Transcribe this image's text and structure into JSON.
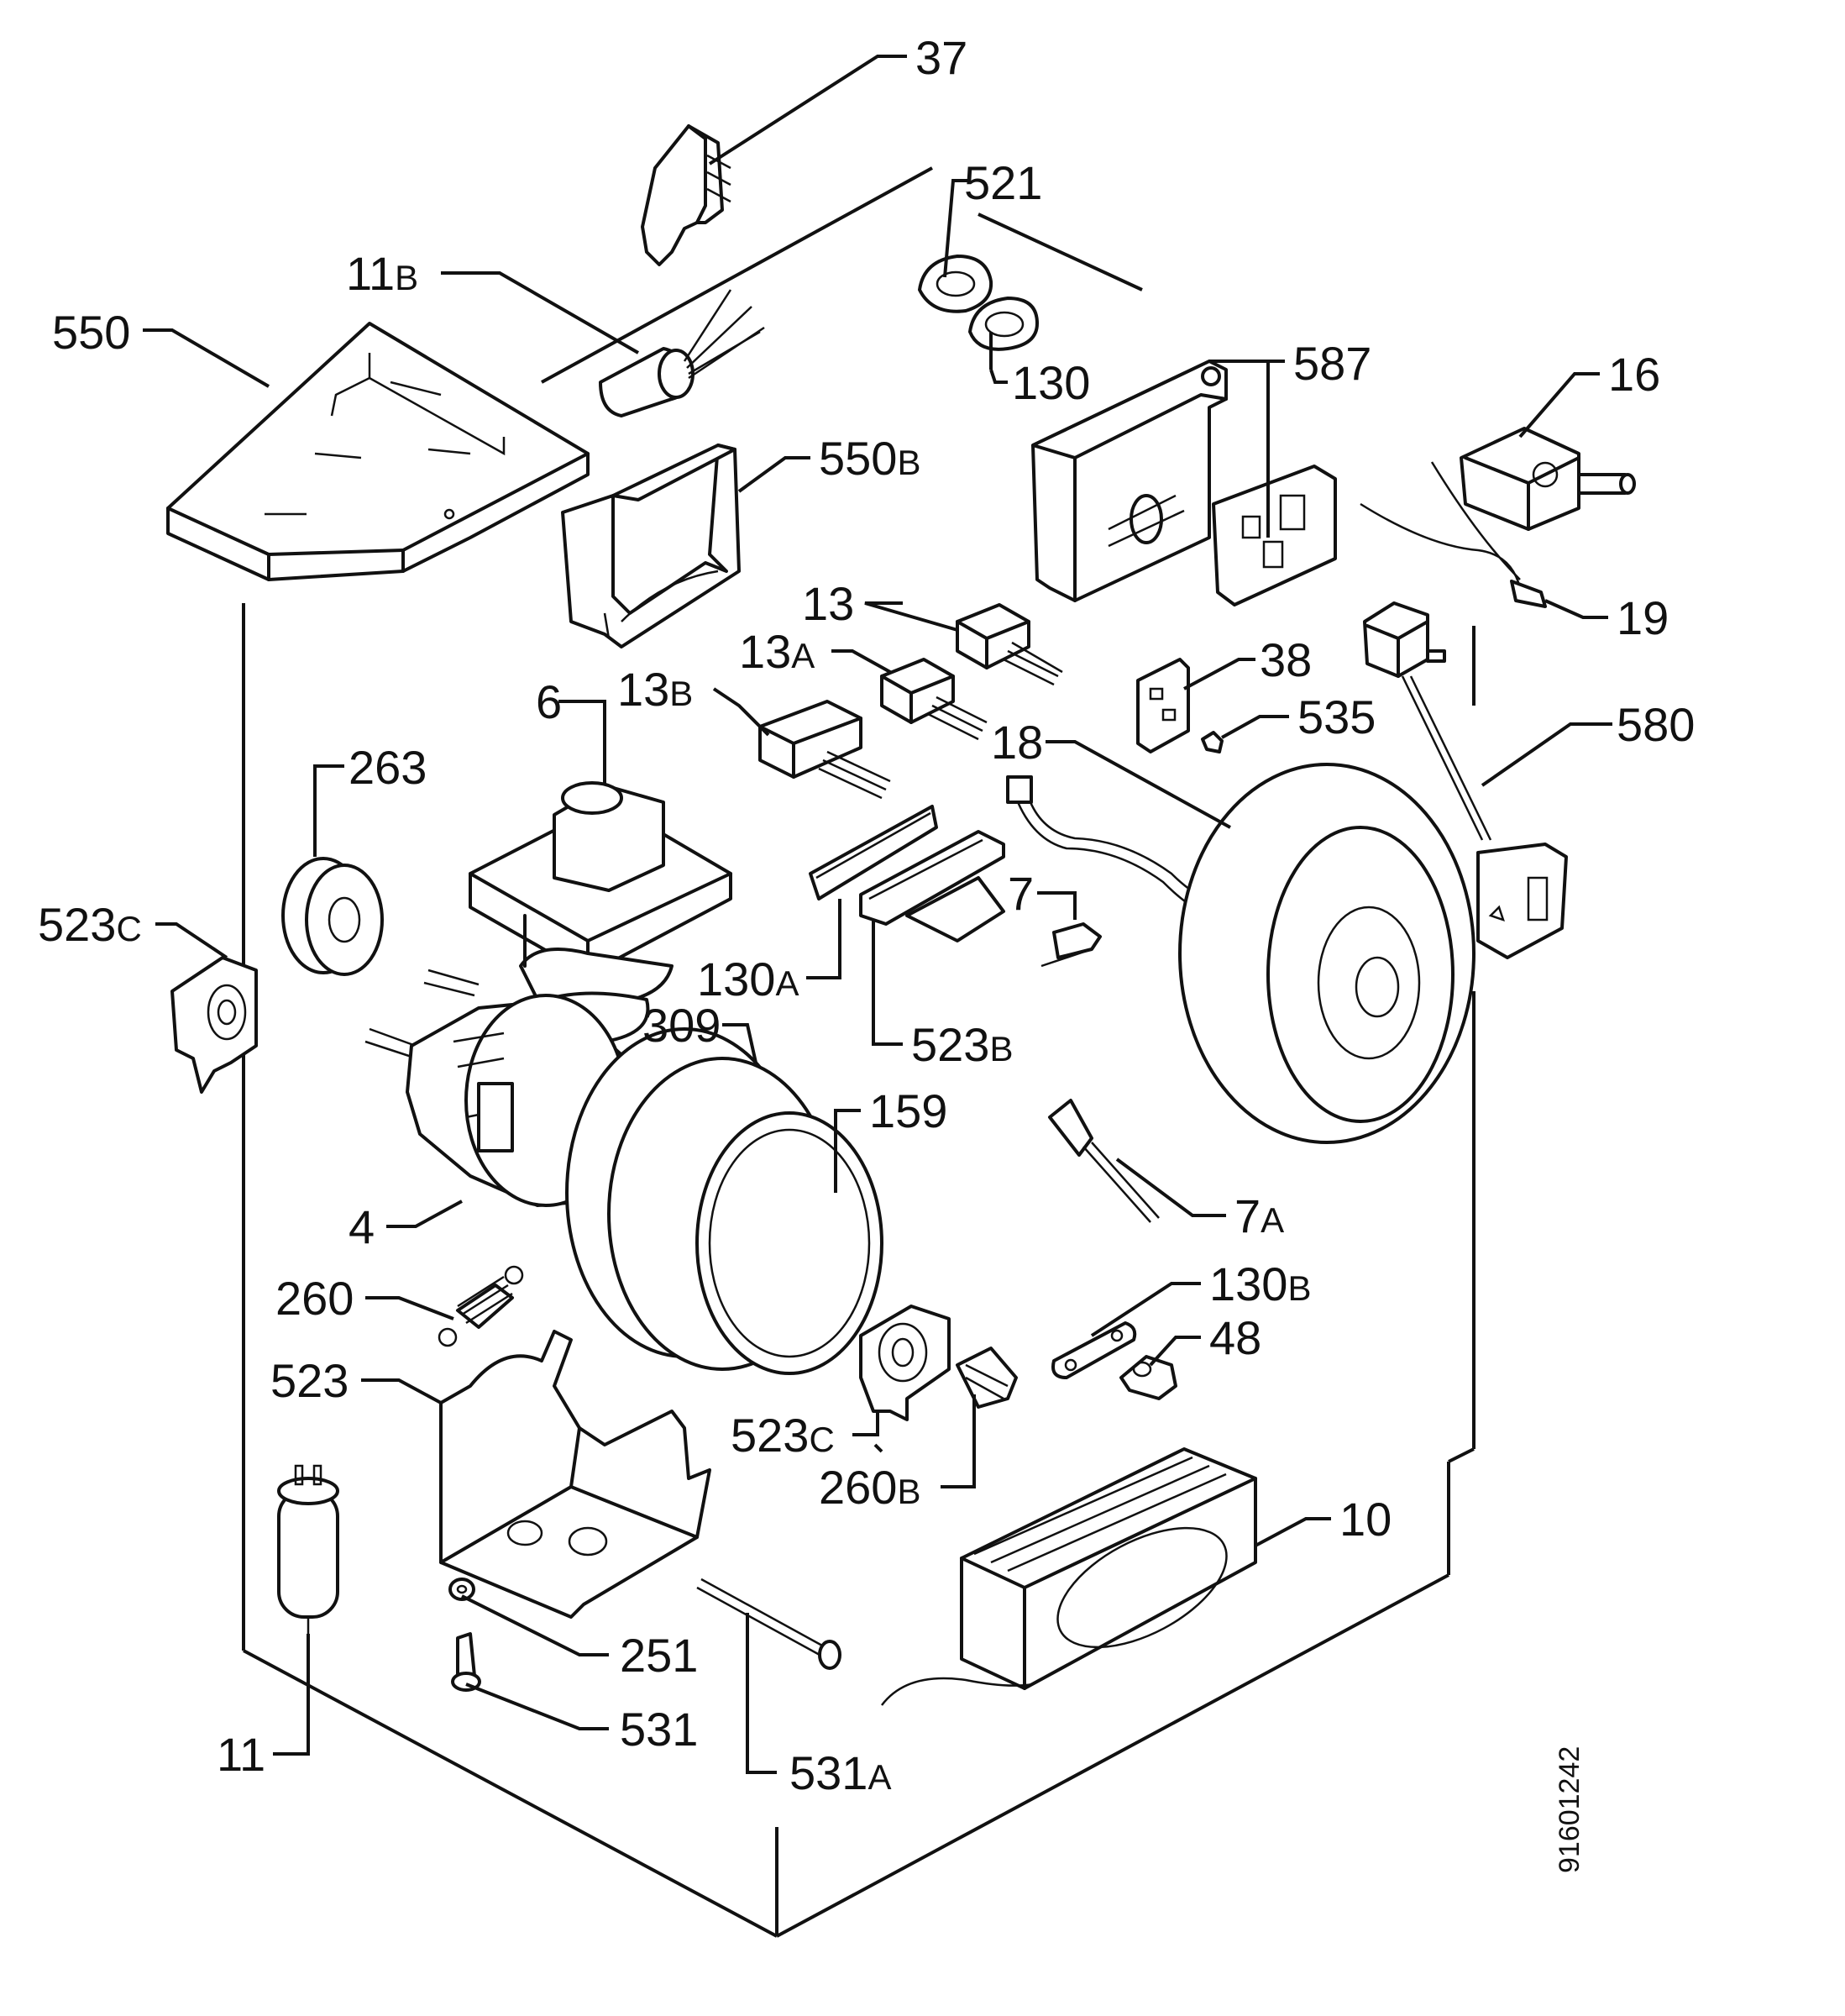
{
  "diagram": {
    "drawing_number": "91601242",
    "labels": {
      "p37": {
        "num": "37",
        "sfx": ""
      },
      "p521": {
        "num": "521",
        "sfx": ""
      },
      "p11b": {
        "num": "11",
        "sfx": "B"
      },
      "p550": {
        "num": "550",
        "sfx": ""
      },
      "p130": {
        "num": "130",
        "sfx": ""
      },
      "p587": {
        "num": "587",
        "sfx": ""
      },
      "p16": {
        "num": "16",
        "sfx": ""
      },
      "p550b": {
        "num": "550",
        "sfx": "B"
      },
      "p13": {
        "num": "13",
        "sfx": ""
      },
      "p19": {
        "num": "19",
        "sfx": ""
      },
      "p13a": {
        "num": "13",
        "sfx": "A"
      },
      "p38": {
        "num": "38",
        "sfx": ""
      },
      "p6": {
        "num": "6",
        "sfx": ""
      },
      "p13b": {
        "num": "13",
        "sfx": "B"
      },
      "p535": {
        "num": "535",
        "sfx": ""
      },
      "p18": {
        "num": "18",
        "sfx": ""
      },
      "p580": {
        "num": "580",
        "sfx": ""
      },
      "p263": {
        "num": "263",
        "sfx": ""
      },
      "p7": {
        "num": "7",
        "sfx": ""
      },
      "p523c_l": {
        "num": "523",
        "sfx": "C"
      },
      "p130a": {
        "num": "130",
        "sfx": "A"
      },
      "p309": {
        "num": "309",
        "sfx": ""
      },
      "p523b": {
        "num": "523",
        "sfx": "B"
      },
      "p159": {
        "num": "159",
        "sfx": ""
      },
      "p7a": {
        "num": "7",
        "sfx": "A"
      },
      "p4": {
        "num": "4",
        "sfx": ""
      },
      "p260": {
        "num": "260",
        "sfx": ""
      },
      "p130b": {
        "num": "130",
        "sfx": "B"
      },
      "p48": {
        "num": "48",
        "sfx": ""
      },
      "p523": {
        "num": "523",
        "sfx": ""
      },
      "p523c_r": {
        "num": "523",
        "sfx": "C"
      },
      "p260b": {
        "num": "260",
        "sfx": "B"
      },
      "p10": {
        "num": "10",
        "sfx": ""
      },
      "p251": {
        "num": "251",
        "sfx": ""
      },
      "p531": {
        "num": "531",
        "sfx": ""
      },
      "p11": {
        "num": "11",
        "sfx": ""
      },
      "p531a": {
        "num": "531",
        "sfx": "A"
      }
    }
  }
}
